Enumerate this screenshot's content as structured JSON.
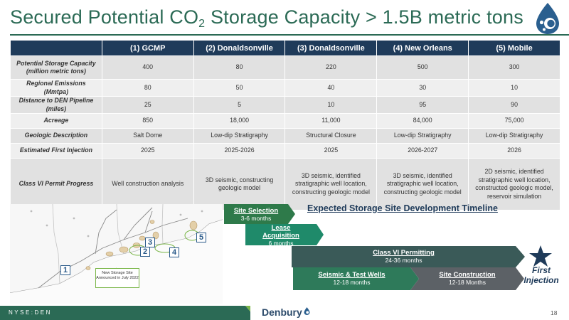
{
  "slide": {
    "title_main": "Secured Potential CO",
    "title_sub": "2",
    "title_rest": " Storage Capacity > 1.5B metric tons"
  },
  "table": {
    "headers": [
      "",
      "(1) GCMP",
      "(2) Donaldsonville",
      "(3) Donaldsonville",
      "(4) New Orleans",
      "(5) Mobile"
    ],
    "rows": [
      {
        "label": "Potential Storage Capacity (million metric tons)",
        "cells": [
          "400",
          "80",
          "220",
          "500",
          "300"
        ]
      },
      {
        "label": "Regional Emissions (Mmtpa)",
        "cells": [
          "80",
          "50",
          "40",
          "30",
          "10"
        ]
      },
      {
        "label": "Distance to DEN Pipeline (miles)",
        "cells": [
          "25",
          "5",
          "10",
          "95",
          "90"
        ]
      },
      {
        "label": "Acreage",
        "cells": [
          "850",
          "18,000",
          "11,000",
          "84,000",
          "75,000"
        ]
      },
      {
        "label": "Geologic Description",
        "cells": [
          "Salt Dome",
          "Low-dip Stratigraphy",
          "Structural Closure",
          "Low-dip Stratigraphy",
          "Low-dip Stratigraphy"
        ]
      },
      {
        "label": "Estimated First Injection",
        "cells": [
          "2025",
          "2025-2026",
          "2025",
          "2026-2027",
          "2026"
        ]
      },
      {
        "label": "Class VI Permit Progress",
        "cells": [
          "Well construction analysis",
          "3D seismic, constructing geologic model",
          "3D seismic, identified stratigraphic well location, constructing geologic model",
          "3D seismic, identified stratigraphic well location, constructing geologic model",
          "2D seismic, identified stratigraphic well location, constructed geologic model, reservoir simulation"
        ]
      }
    ]
  },
  "map": {
    "markers": [
      "1",
      "2",
      "3",
      "4",
      "5"
    ],
    "callout": "New Storage Site Announced in July 2022"
  },
  "timeline": {
    "title": "Expected Storage Site Development Timeline",
    "stages": [
      {
        "name": "Site Selection",
        "duration": "3-6 months",
        "color": "#2e7a4a"
      },
      {
        "name": "Lease Acquisition",
        "duration": "6 months",
        "color": "#1f8a6a"
      },
      {
        "name": "Class VI Permitting",
        "duration": "24-36 months",
        "color": "#3a5a58"
      },
      {
        "name": "Seismic & Test Wells",
        "duration": "12-18 months",
        "color": "#2e7a5a"
      },
      {
        "name": "Site Construction",
        "duration": "12-18 Months",
        "color": "#5c6166"
      }
    ],
    "end_label": "First Injection"
  },
  "footer": {
    "ticker": "NYSE:DEN",
    "brand": "Denbury",
    "page": "18"
  },
  "colors": {
    "accent_green": "#2b6a55",
    "navy": "#1f3b5a",
    "lime": "#7ab648"
  }
}
